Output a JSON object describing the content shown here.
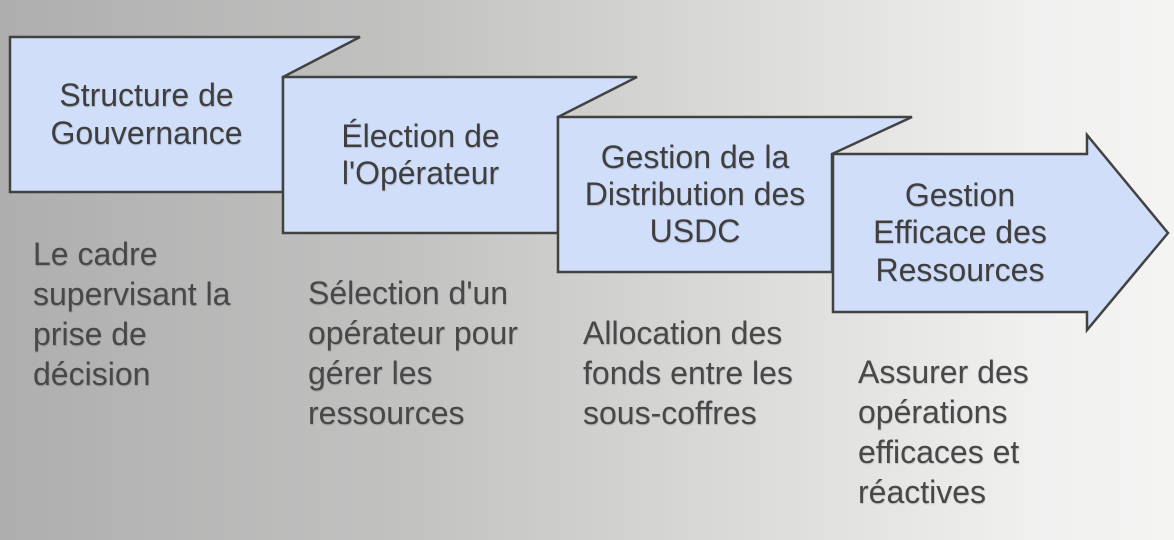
{
  "slide": {
    "colors": {
      "background_left": "#aeaeae",
      "background_right": "#f4f4f3",
      "shape_fill": "#d1defa",
      "shape_border": "#424242",
      "title_text": "#3f3f3f",
      "description_text": "#484848"
    },
    "steps": [
      {
        "title": "Structure de\nGouvernance",
        "description": "Le cadre\nsupervisant la\nprise de\ndécision"
      },
      {
        "title": "Élection de\nl'Opérateur",
        "description": "Sélection d'un\nopérateur pour\ngérer les\nressources"
      },
      {
        "title": "Gestion de la\nDistribution des\nUSDC",
        "description": "Allocation des\nfonds entre les\nsous-coffres"
      },
      {
        "title": "Gestion\nEfficace des\nRessources",
        "description": "Assurer des\nopérations\nefficaces et\nréactives"
      }
    ]
  }
}
